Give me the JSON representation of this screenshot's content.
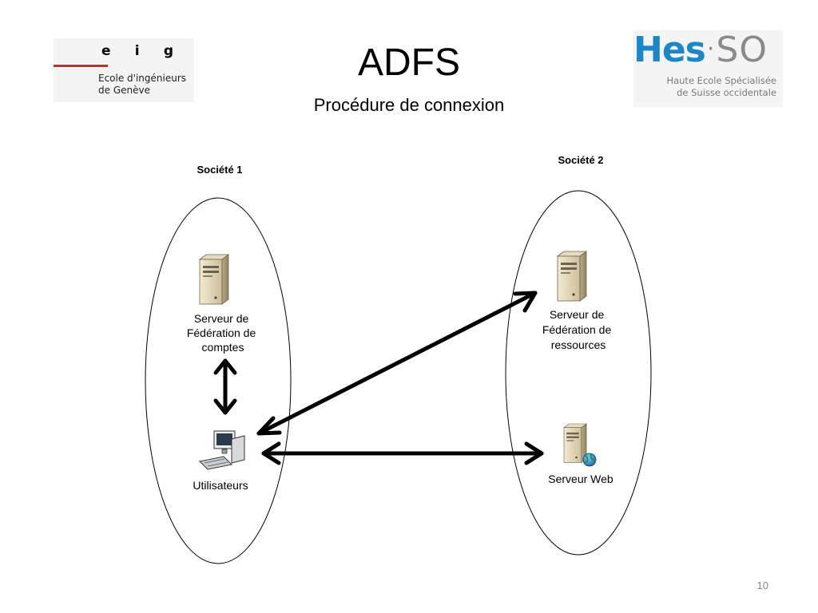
{
  "slide": {
    "title": "ADFS",
    "subtitle": "Procédure de connexion",
    "page_number": "10"
  },
  "logos": {
    "eig": {
      "letters": [
        "e",
        "i",
        "g"
      ],
      "line1": "Ecole d'ingénieurs",
      "line2": "de Genève",
      "accent_color": "#d9232e"
    },
    "hesso": {
      "brand_main": "Hes",
      "brand_dot": "·",
      "brand_suffix": "SO",
      "tagline1": "Haute Ecole Spécialisée",
      "tagline2": "de Suisse occidentale",
      "brand_color": "#1c86c6"
    }
  },
  "diagram": {
    "company1": {
      "label": "Société 1",
      "nodes": {
        "federation": {
          "icon": "server-icon",
          "lines": [
            "Serveur de",
            "Fédération de",
            "comptes"
          ]
        },
        "users": {
          "icon": "workstation-icon",
          "lines": [
            "Utilisateurs"
          ]
        }
      }
    },
    "company2": {
      "label": "Société 2",
      "nodes": {
        "federation": {
          "icon": "server-icon",
          "lines": [
            "Serveur de",
            "Fédération de",
            "ressources"
          ]
        },
        "web": {
          "icon": "web-server-icon",
          "lines": [
            "Serveur Web"
          ]
        }
      }
    },
    "connections": [
      {
        "from": "company1.federation",
        "to": "company1.users",
        "direction": "both"
      },
      {
        "from": "company1.users",
        "to": "company2.federation",
        "direction": "both"
      },
      {
        "from": "company1.users",
        "to": "company2.web",
        "direction": "both"
      }
    ]
  }
}
